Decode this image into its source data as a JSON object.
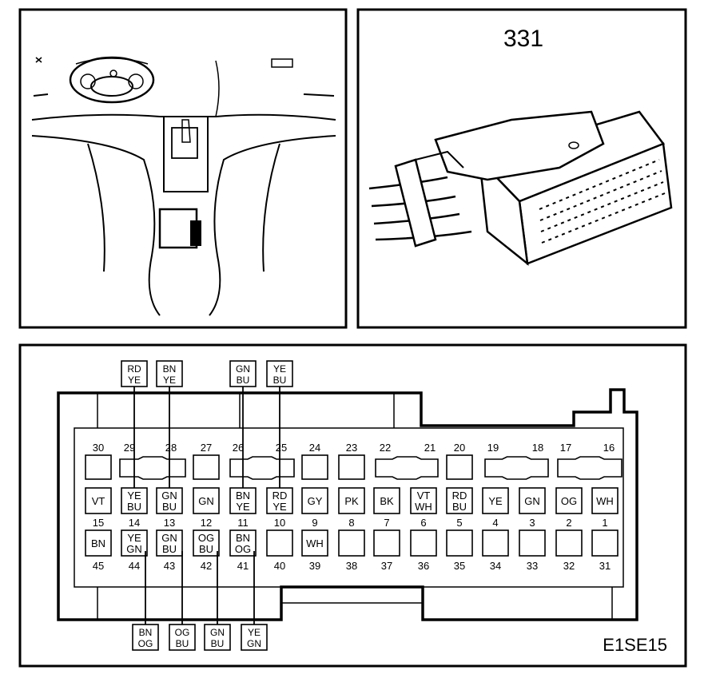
{
  "top_right_panel": {
    "number": "331"
  },
  "identifier": "E1SE15",
  "connector": {
    "top_pin_numbers": [
      "30",
      "29",
      "28",
      "27",
      "26",
      "25",
      "24",
      "23",
      "22",
      "21",
      "20",
      "19",
      "18",
      "17",
      "16"
    ],
    "mid_pin_numbers": [
      "15",
      "14",
      "13",
      "12",
      "11",
      "10",
      "9",
      "8",
      "7",
      "6",
      "5",
      "4",
      "3",
      "2",
      "1"
    ],
    "bot_pin_numbers": [
      "45",
      "44",
      "43",
      "42",
      "41",
      "40",
      "39",
      "38",
      "37",
      "36",
      "35",
      "34",
      "33",
      "32",
      "31"
    ],
    "mid_row_colors": [
      [
        "VT"
      ],
      [
        "YE",
        "BU"
      ],
      [
        "GN",
        "BU"
      ],
      [
        "GN"
      ],
      [
        "BN",
        "YE"
      ],
      [
        "RD",
        "YE"
      ],
      [
        "GY"
      ],
      [
        "PK"
      ],
      [
        "BK"
      ],
      [
        "VT",
        "WH"
      ],
      [
        "RD",
        "BU"
      ],
      [
        "YE"
      ],
      [
        "GN"
      ],
      [
        "OG"
      ],
      [
        "WH"
      ]
    ],
    "bot_row_colors": [
      [
        "BN"
      ],
      [
        "YE",
        "GN"
      ],
      [
        "GN",
        "BU"
      ],
      [
        "OG",
        "BU"
      ],
      [
        "BN",
        "OG"
      ],
      [],
      [
        "WH"
      ],
      [],
      [],
      [],
      [],
      [],
      [],
      [],
      []
    ]
  },
  "top_wire_tags": [
    {
      "lines": [
        "RD",
        "YE"
      ]
    },
    {
      "lines": [
        "BN",
        "YE"
      ]
    },
    {
      "lines": [
        "GN",
        "BU"
      ]
    },
    {
      "lines": [
        "YE",
        "BU"
      ]
    }
  ],
  "bottom_wire_tags": [
    {
      "lines": [
        "BN",
        "OG"
      ]
    },
    {
      "lines": [
        "OG",
        "BU"
      ]
    },
    {
      "lines": [
        "GN",
        "BU"
      ]
    },
    {
      "lines": [
        "YE",
        "GN"
      ]
    }
  ]
}
